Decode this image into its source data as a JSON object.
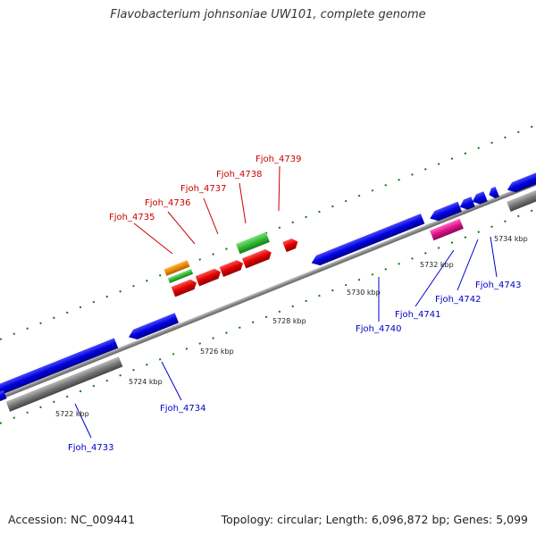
{
  "title": "Flavobacterium johnsoniae UW101, complete genome",
  "footer": {
    "accession": "Accession: NC_009441",
    "summary": "Topology: circular; Length: 6,096,872 bp; Genes: 5,099"
  },
  "colors": {
    "forward_cds": "#e00000",
    "reverse_cds": "#0000dd",
    "forward_rna": "#33bb33",
    "orange_feature": "#ee8800",
    "pink_feature": "#dd1188",
    "gene_track": "#777777",
    "backbone": "#888888",
    "tick": "#117711",
    "forward_label": "#cc0000",
    "reverse_label": "#0000cc"
  },
  "forward_labels": [
    "Fjoh_4735",
    "Fjoh_4736",
    "Fjoh_4737",
    "Fjoh_4738",
    "Fjoh_4739"
  ],
  "reverse_labels": [
    "Fjoh_4733",
    "Fjoh_4734",
    "Fjoh_4740",
    "Fjoh_4741",
    "Fjoh_4742",
    "Fjoh_4743"
  ],
  "tick_labels": [
    "5722 kbp",
    "5724 kbp",
    "5726 kbp",
    "5728 kbp",
    "5730 kbp",
    "5732 kbp",
    "5734 kbp"
  ]
}
